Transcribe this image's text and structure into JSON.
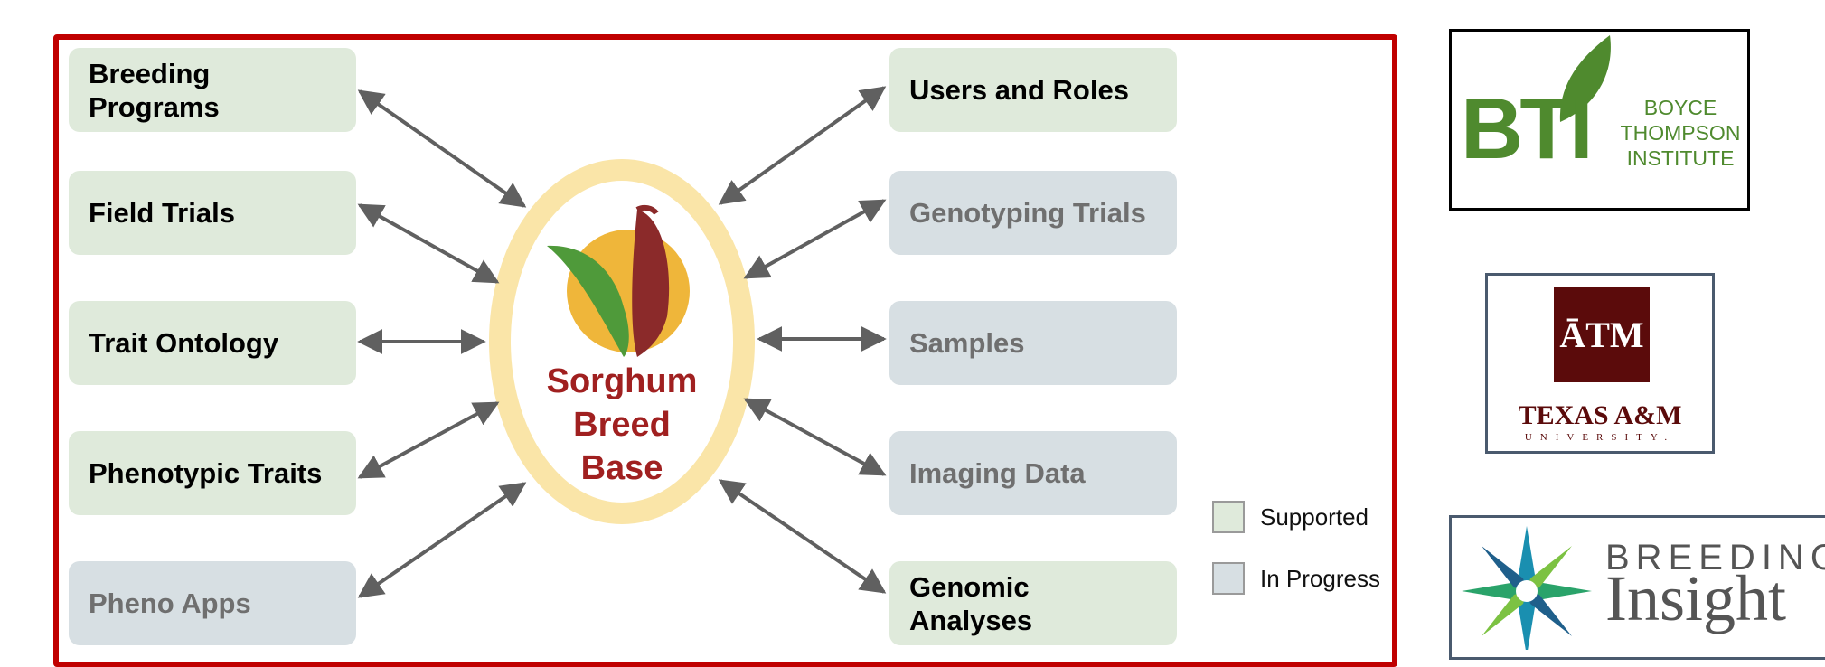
{
  "left_boxes": [
    {
      "lines": [
        "Breeding",
        "Programs"
      ],
      "status": "supported"
    },
    {
      "lines": [
        "Field Trials"
      ],
      "status": "supported"
    },
    {
      "lines": [
        "Trait Ontology"
      ],
      "status": "supported"
    },
    {
      "lines": [
        "Phenotypic Traits"
      ],
      "status": "supported"
    },
    {
      "lines": [
        "Pheno Apps"
      ],
      "status": "in-progress"
    }
  ],
  "right_boxes": [
    {
      "lines": [
        "Users and Roles"
      ],
      "status": "supported"
    },
    {
      "lines": [
        "Genotyping Trials"
      ],
      "status": "in-progress"
    },
    {
      "lines": [
        "Samples"
      ],
      "status": "in-progress"
    },
    {
      "lines": [
        "Imaging Data"
      ],
      "status": "in-progress"
    },
    {
      "lines": [
        "Genomic",
        "Analyses"
      ],
      "status": "supported"
    }
  ],
  "center": {
    "lines": [
      "Sorghum",
      "Breed",
      "Base"
    ]
  },
  "legend": [
    {
      "label": "Supported",
      "color": "#dfeadb"
    },
    {
      "label": "In Progress",
      "color": "#d7dfe3"
    }
  ],
  "colors": {
    "frame": "#c00000",
    "supported": "#dfeadb",
    "in_progress": "#d7dfe3",
    "ring": "#fae5a8",
    "title": "#a02020",
    "arrow": "#606060"
  },
  "logos": {
    "bti": {
      "letters": "BTI",
      "words": [
        "BOYCE",
        "THOMPSON",
        "INSTITUTE"
      ]
    },
    "tamu": {
      "name": "TEXAS A&M",
      "subtitle": "UNIVERSITY."
    },
    "breeding_insight": {
      "word1": "BREEDING",
      "word2": "Insight"
    }
  }
}
